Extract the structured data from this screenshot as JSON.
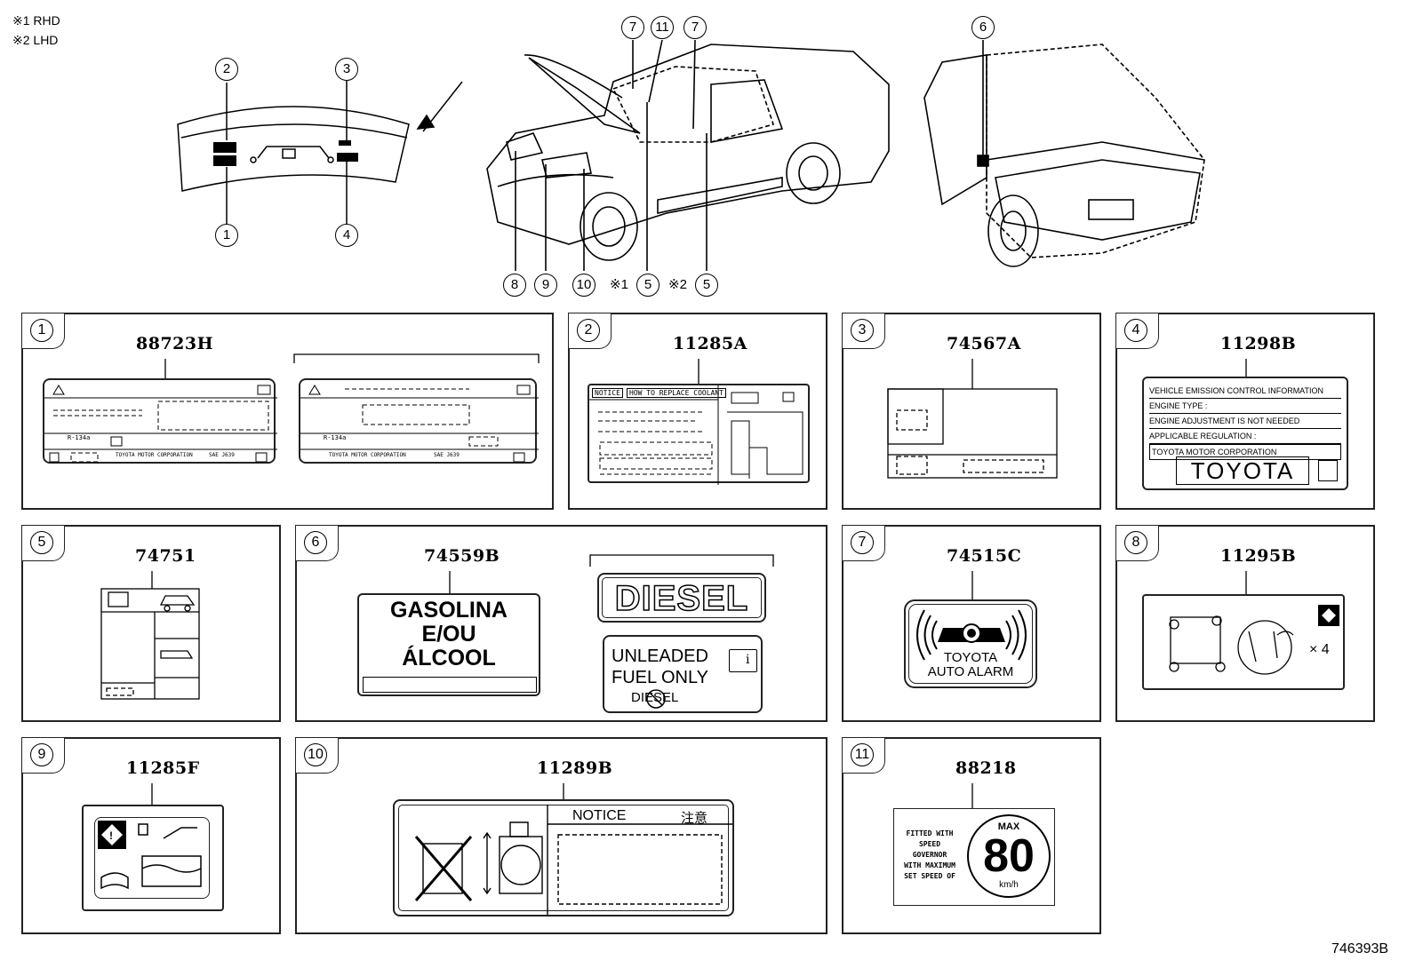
{
  "legend": [
    "※1 RHD",
    "※2 LHD"
  ],
  "overview_callouts": {
    "c1": "1",
    "c2": "2",
    "c3": "3",
    "c4": "4",
    "c5a": "5",
    "c5b": "5",
    "c6": "6",
    "c7a": "7",
    "c7b": "7",
    "c8": "8",
    "c9": "9",
    "c10": "10",
    "c11": "11",
    "rhd_mark": "※1",
    "lhd_mark": "※2"
  },
  "panels": [
    {
      "index": "1",
      "part_no": "88723H"
    },
    {
      "index": "2",
      "part_no": "11285A"
    },
    {
      "index": "3",
      "part_no": "74567A"
    },
    {
      "index": "4",
      "part_no": "11298B"
    },
    {
      "index": "5",
      "part_no": "74751"
    },
    {
      "index": "6",
      "part_no": "74559B"
    },
    {
      "index": "7",
      "part_no": "74515C"
    },
    {
      "index": "8",
      "part_no": "11295B"
    },
    {
      "index": "9",
      "part_no": "11285F"
    },
    {
      "index": "10",
      "part_no": "11289B"
    },
    {
      "index": "11",
      "part_no": "88218"
    }
  ],
  "label1": {
    "refrigerant_a": "R-134a",
    "refrigerant_b": "R-134a",
    "maker_a": "TOYOTA MOTOR CORPORATION",
    "maker_b": "TOYOTA MOTOR CORPORATION",
    "sae_a": "SAE J639",
    "sae_b": "SAE J639"
  },
  "label2": {
    "notice": "NOTICE",
    "title": "HOW TO REPLACE COOLANT"
  },
  "label4": {
    "line1": "VEHICLE EMISSION CONTROL INFORMATION",
    "line2": "ENGINE TYPE :",
    "line3": "ENGINE ADJUSTMENT IS NOT NEEDED",
    "line4": "APPLICABLE REGULATION :",
    "line5": "TOYOTA MOTOR CORPORATION",
    "brand": "TOYOTA"
  },
  "label6": {
    "gas_line1": "GASOLINA",
    "gas_line2": "E/OU",
    "gas_line3": "ÁLCOOL",
    "diesel": "DIESEL",
    "unleaded1": "UNLEADED",
    "unleaded2": "FUEL ONLY",
    "no_diesel": "DIESEL"
  },
  "label7": {
    "line1": "TOYOTA",
    "line2": "AUTO ALARM"
  },
  "label8": {
    "multiplier": "× 4"
  },
  "label10": {
    "notice": "NOTICE",
    "notice_jp": "注意"
  },
  "label11": {
    "line1": "FITTED WITH",
    "line2": "SPEED",
    "line3": "GOVERNOR",
    "line4": "WITH MAXIMUM",
    "line5": "SET SPEED OF",
    "max": "MAX",
    "speed": "80",
    "unit": "km/h"
  },
  "figure_id": "746393B"
}
